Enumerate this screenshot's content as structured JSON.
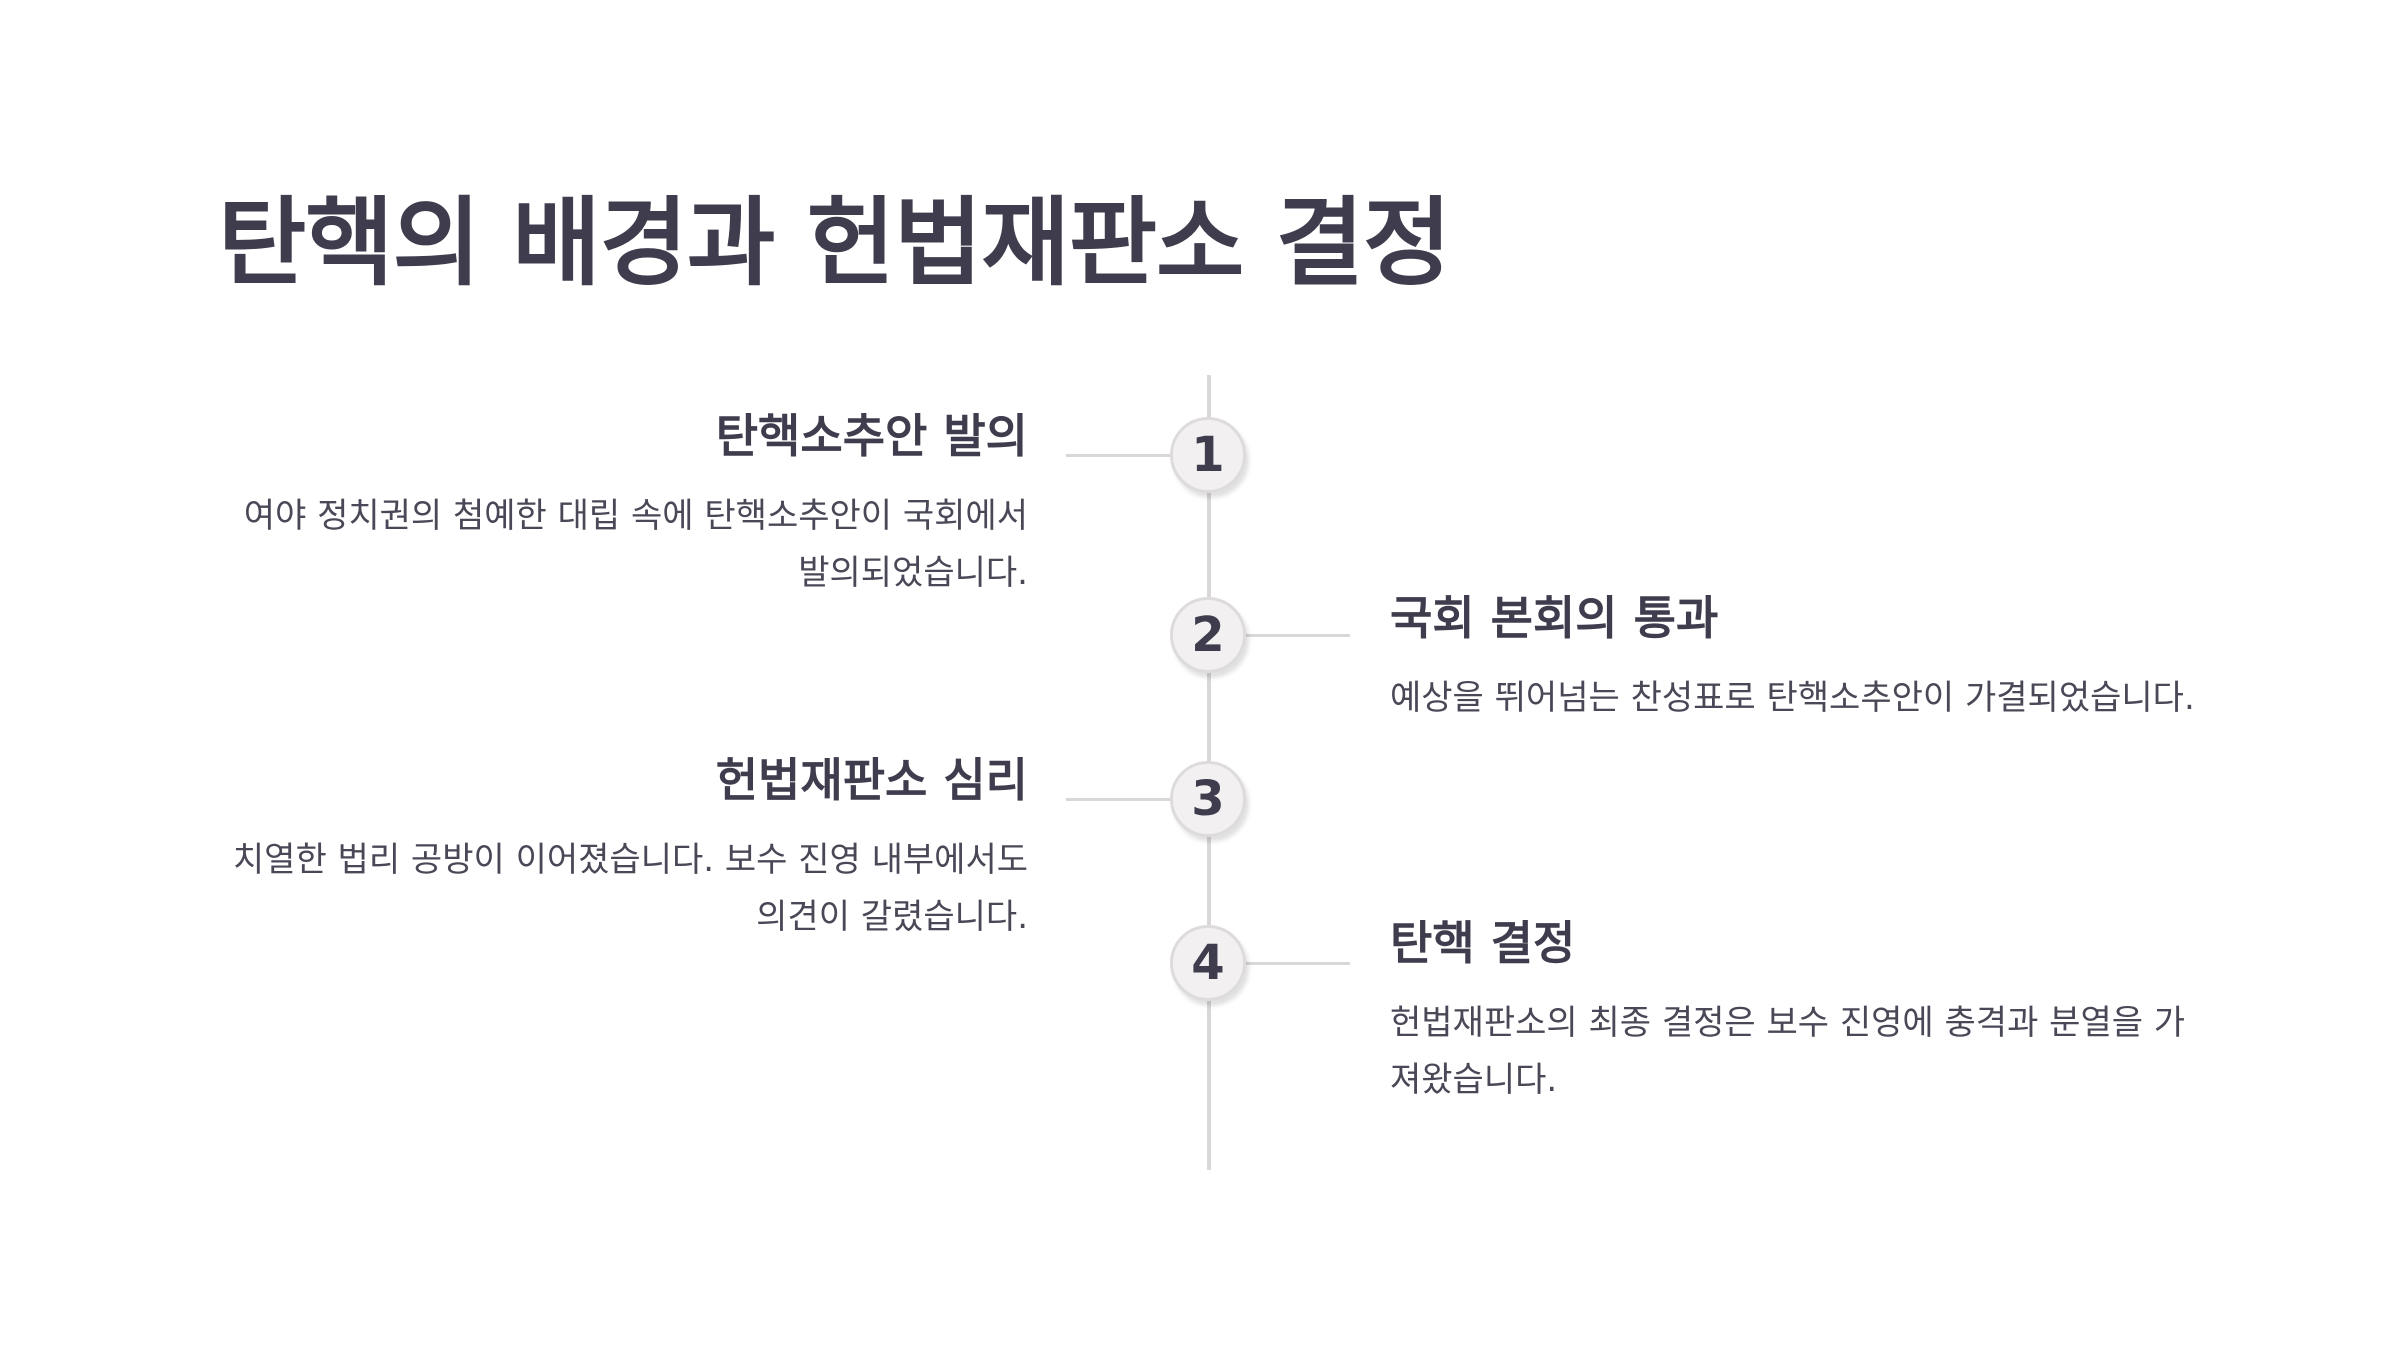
{
  "slide": {
    "title": "탄핵의 배경과 헌법재판소 결정"
  },
  "timeline": {
    "events": [
      {
        "number": "1",
        "title": "탄핵소추안 발의",
        "description": "여야 정치권의 첨예한 대립 속에 탄핵소추안이 국회에서 발의되었습니다."
      },
      {
        "number": "2",
        "title": "국회 본회의 통과",
        "description": "예상을 뛰어넘는 찬성표로 탄핵소추안이 가결되었습니다."
      },
      {
        "number": "3",
        "title": "헌법재판소 심리",
        "description": "치열한 법리 공방이 이어졌습니다. 보수 진영 내부에서도 의견이 갈렸습니다."
      },
      {
        "number": "4",
        "title": "탄핵 결정",
        "description": "헌법재판소의 최종 결정은 보수 진영에 충격과 분열을 가져왔습니다."
      }
    ]
  },
  "colors": {
    "text": "#3f3d4d",
    "line": "#d9d7d7",
    "node_fill": "#f2f0f0",
    "background": "#ffffff"
  }
}
